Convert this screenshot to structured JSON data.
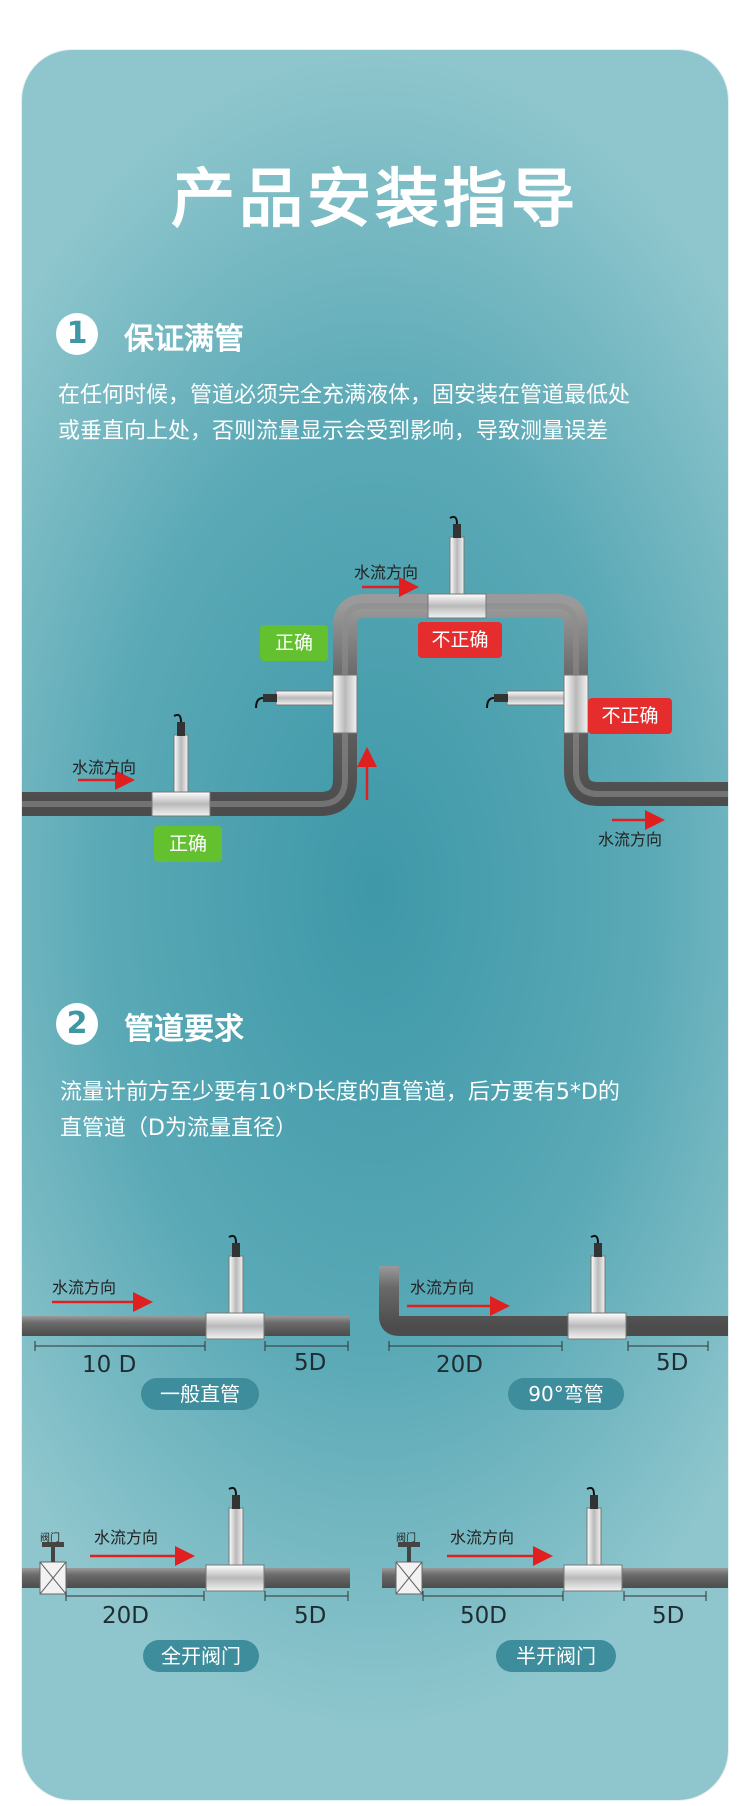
{
  "page": {
    "title": "产品安装指导"
  },
  "section1": {
    "number": "1",
    "title": "保证满管",
    "desc_line1": "在任何时候，管道必须完全充满液体，固安装在管道最低处",
    "desc_line2": "或垂直向上处，否则流量显示会受到影响，导致测量误差",
    "flow_label": "水流方向",
    "badge_correct": "正确",
    "badge_incorrect": "不正确"
  },
  "section2": {
    "number": "2",
    "title": "管道要求",
    "desc_line1": "流量计前方至少要有10*D长度的直管道，后方要有5*D的",
    "desc_line2": "直管道（D为流量直径）",
    "flow_label": "水流方向",
    "valve_label": "阀门",
    "cases": [
      {
        "name": "一般直管",
        "upstream": "10 D",
        "downstream": "5D"
      },
      {
        "name": "90°弯管",
        "upstream": "20D",
        "downstream": "5D"
      },
      {
        "name": "全开阀门",
        "upstream": "20D",
        "downstream": "5D"
      },
      {
        "name": "半开阀门",
        "upstream": "50D",
        "downstream": "5D"
      }
    ]
  },
  "colors": {
    "ok": "#63c130",
    "bad": "#e52d2d",
    "arrow": "#e02020",
    "pill": "#3d8d9c",
    "pipe": "#6f6f6f"
  }
}
